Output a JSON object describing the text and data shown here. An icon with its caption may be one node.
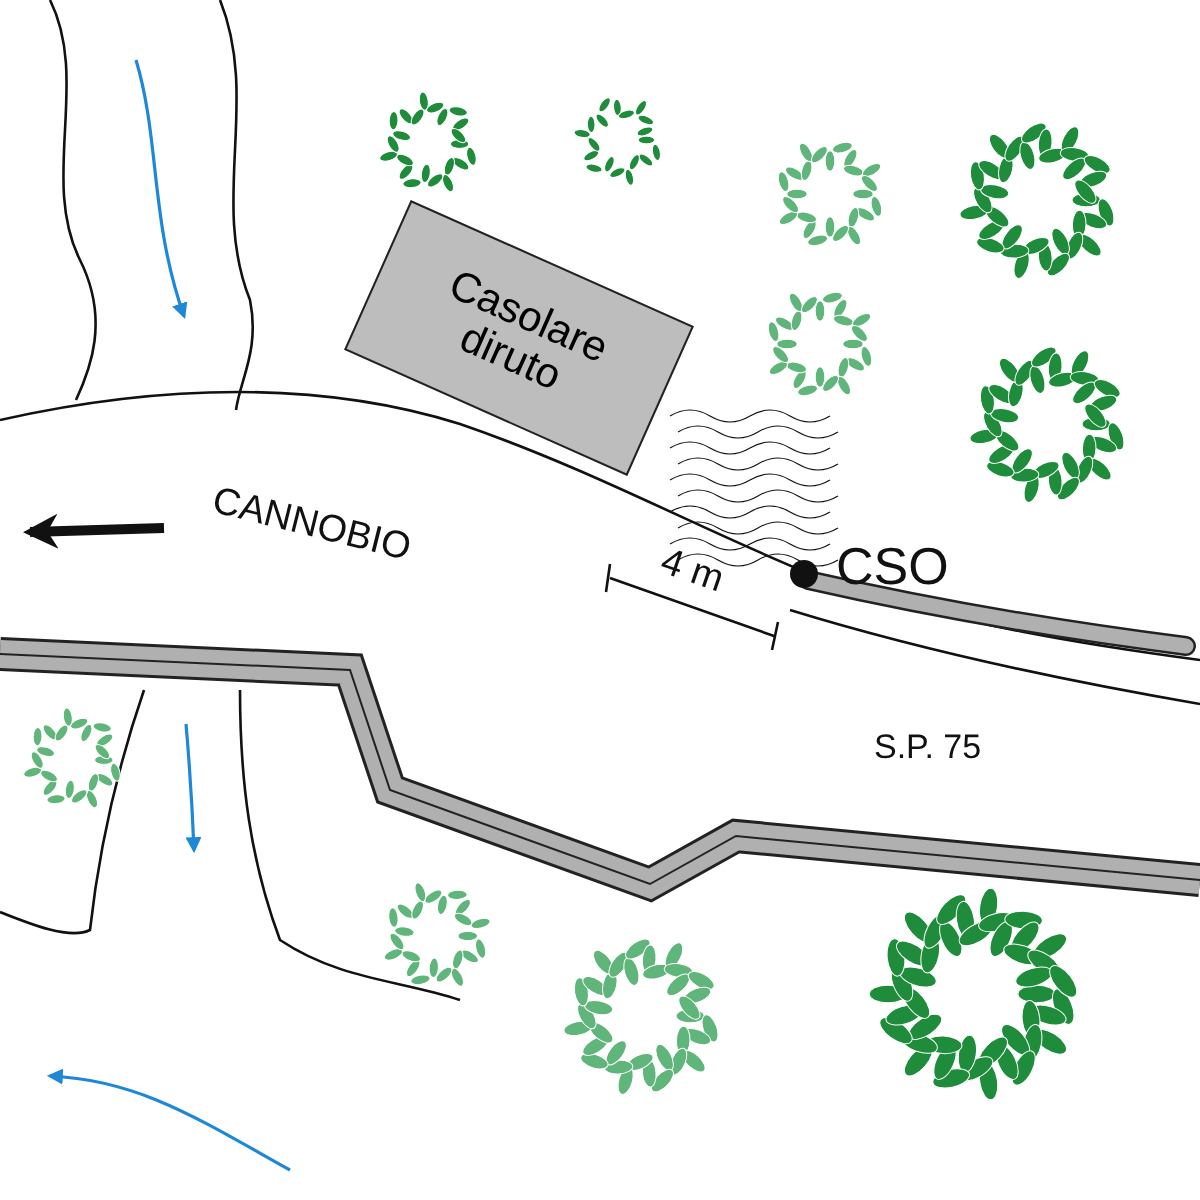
{
  "diagram": {
    "nodes": [
      {
        "text": [
          "Casolare diruto"
        ]
      }
    ],
    "edges": [],
    "labels": [
      "CANNOBIO",
      "4 m",
      "CSO",
      "S.P. 75"
    ]
  }
}
